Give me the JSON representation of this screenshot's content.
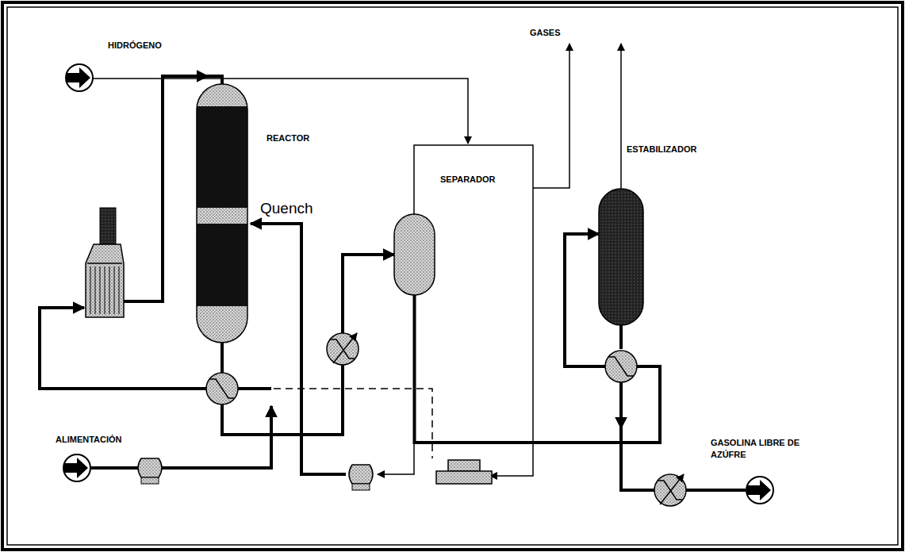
{
  "diagram": {
    "nodes": [
      {
        "text": [
          "REACTOR"
        ]
      },
      {
        "text": [
          "SEPARADOR"
        ]
      },
      {
        "text": [
          "ESTABILIZADOR"
        ]
      }
    ],
    "edges": [
      {
        "from": 0,
        "to": 1,
        "arrow": "to"
      },
      {
        "from": 1,
        "to": 2,
        "arrow": "to"
      }
    ],
    "labels": [
      "HIDRÓGENO",
      "Quench",
      "GASES",
      "ALIMENTACIÓN",
      "GASOLINA LIBRE DE AZÚFRE"
    ]
  }
}
